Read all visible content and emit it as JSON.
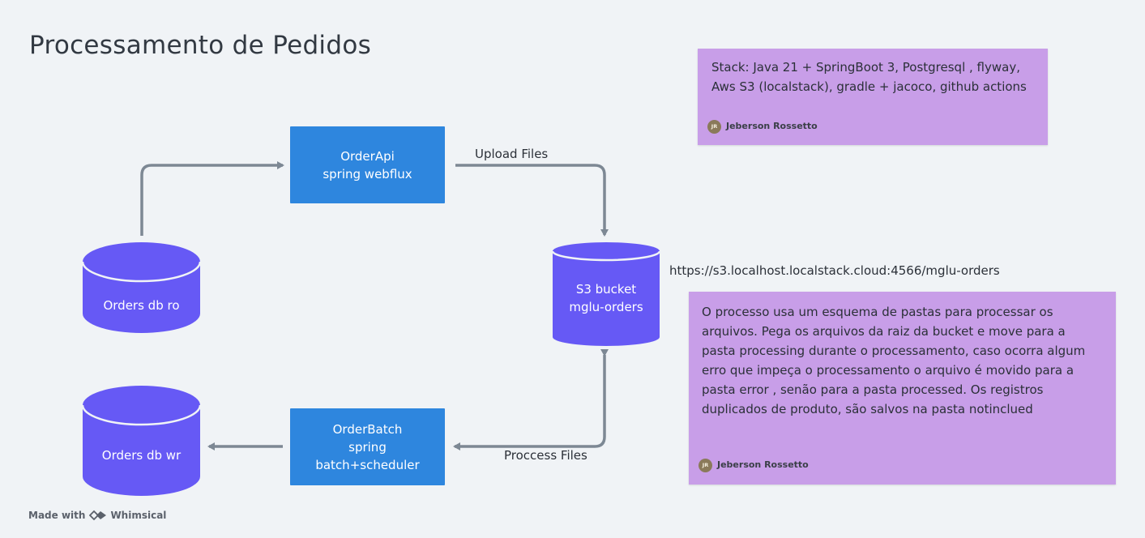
{
  "diagram": {
    "title": "Processamento de Pedidos",
    "nodes": {
      "order_api": {
        "line1": "OrderApi",
        "line2": "spring webflux"
      },
      "order_batch": {
        "line1": "OrderBatch",
        "line2": "spring",
        "line3": "batch+scheduler"
      },
      "db_ro": {
        "label": "Orders db ro"
      },
      "db_wr": {
        "label": "Orders db wr"
      },
      "s3": {
        "line1": "S3 bucket",
        "line2": "mglu-orders"
      }
    },
    "edges": {
      "upload": "Upload Files",
      "process": "Proccess Files"
    },
    "url": "https://s3.localhost.localstack.cloud:4566/mglu-orders",
    "notes": {
      "stack": {
        "text": "Stack: Java 21 + SpringBoot 3, Postgresql , flyway, Aws S3 (localstack), gradle + jacoco, github actions",
        "author": "Jeberson Rossetto",
        "initials": "JR"
      },
      "process": {
        "text": "O processo usa um esquema de pastas para processar os arquivos. Pega os arquivos da raiz da bucket e move para a pasta processing durante o processamento, caso ocorra algum erro que impeça o processamento o arquivo é movido para a pasta error , senão para a pasta processed. Os registros duplicados de produto, são salvos na pasta notinclued",
        "author": "Jeberson Rossetto",
        "initials": "JR"
      }
    }
  },
  "footer": {
    "made_with": "Made with",
    "brand": "Whimsical"
  },
  "colors": {
    "background": "#f0f3f6",
    "service_box": "#2e86de",
    "database": "#6659f5",
    "note": "#c89ee8",
    "edge": "#7d8894"
  }
}
